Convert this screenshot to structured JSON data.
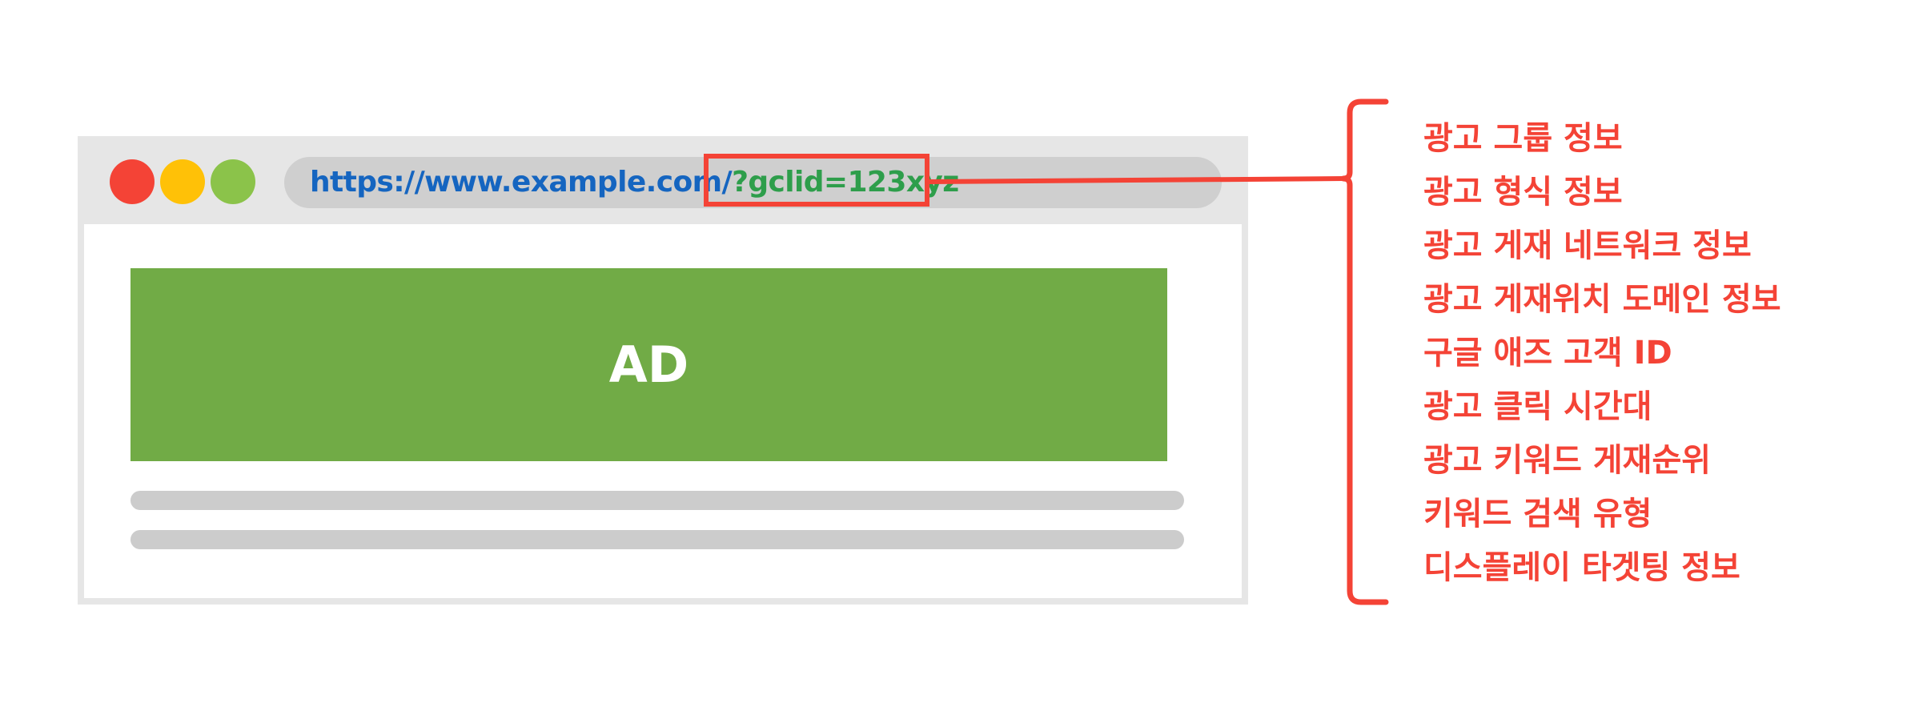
{
  "colors": {
    "accent_red": "#f44336",
    "dot_red": "#f44336",
    "dot_yellow": "#ffc107",
    "dot_green": "#8bc34a",
    "url_blue": "#1565c0",
    "param_green": "#2e9e4b",
    "ad_green": "#71ab46"
  },
  "browser": {
    "window_controls": [
      "red-dot",
      "yellow-dot",
      "green-dot"
    ],
    "url_base": "https://www.example.com/",
    "url_param": "?gclid=123xyz",
    "ad_label": "AD"
  },
  "info_items": [
    "광고 그룹 정보",
    "광고 형식 정보",
    "광고 게재 네트워크 정보",
    "광고 게재위치 도메인 정보",
    "구글 애즈 고객 ID",
    "광고 클릭 시간대",
    "광고 키워드 게재순위",
    "키워드 검색 유형",
    "디스플레이 타겟팅 정보"
  ]
}
